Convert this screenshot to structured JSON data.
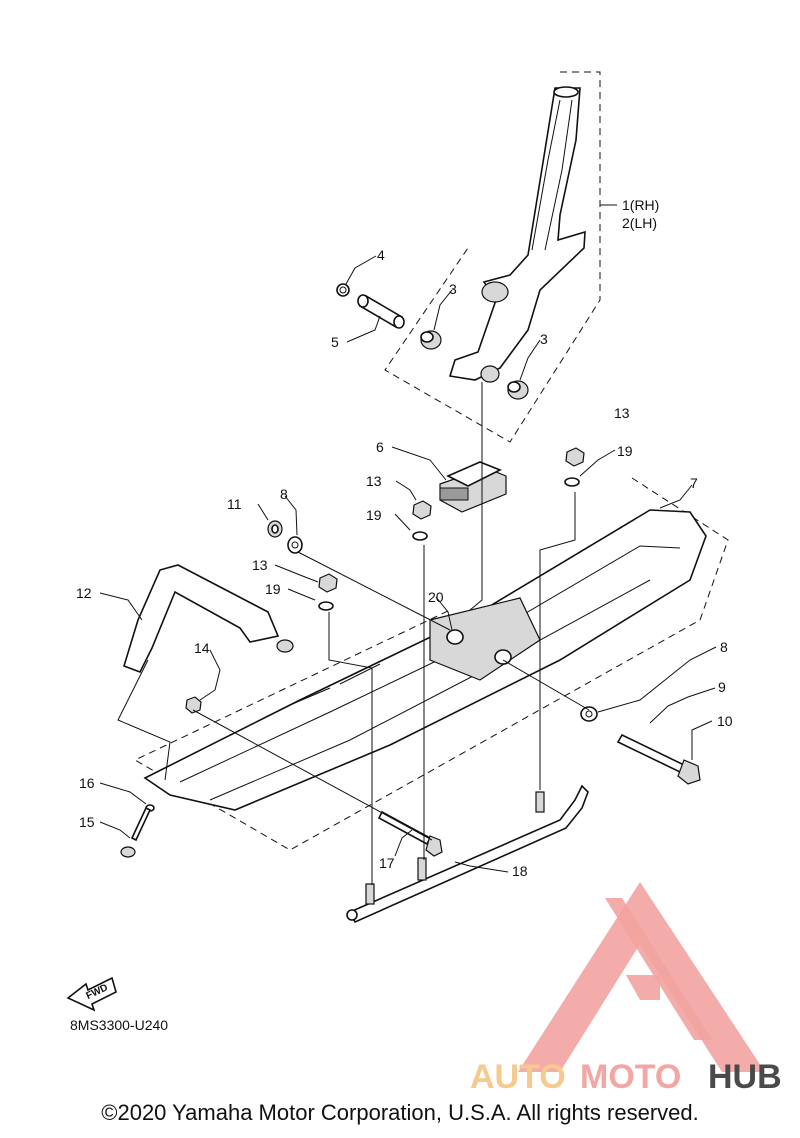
{
  "diagram": {
    "callouts": {
      "c1": "1(RH)",
      "c2": "2(LH)",
      "c3a": "3",
      "c3b": "3",
      "c4": "4",
      "c5": "5",
      "c6": "6",
      "c7": "7",
      "c8a": "8",
      "c8b": "8",
      "c9": "9",
      "c10": "10",
      "c11": "11",
      "c12": "12",
      "c13a": "13",
      "c13b": "13",
      "c13c": "13",
      "c14": "14",
      "c15": "15",
      "c16": "16",
      "c17": "17",
      "c18": "18",
      "c19a": "19",
      "c19b": "19",
      "c19c": "19",
      "c20": "20"
    },
    "fwd_label": "FWD",
    "part_number": "8MS3300-U240"
  },
  "watermark": {
    "word_a": "AUTO",
    "word_b": "MOTO",
    "word_c": "HUB",
    "colors": {
      "logo": "#f2a3a0",
      "word_a": "#f6c98e",
      "word_b": "#f3a6a3",
      "word_c": "#4a4a4a"
    }
  },
  "footer": {
    "copyright": "©2020 Yamaha Motor Corporation, U.S.A. All rights reserved."
  }
}
